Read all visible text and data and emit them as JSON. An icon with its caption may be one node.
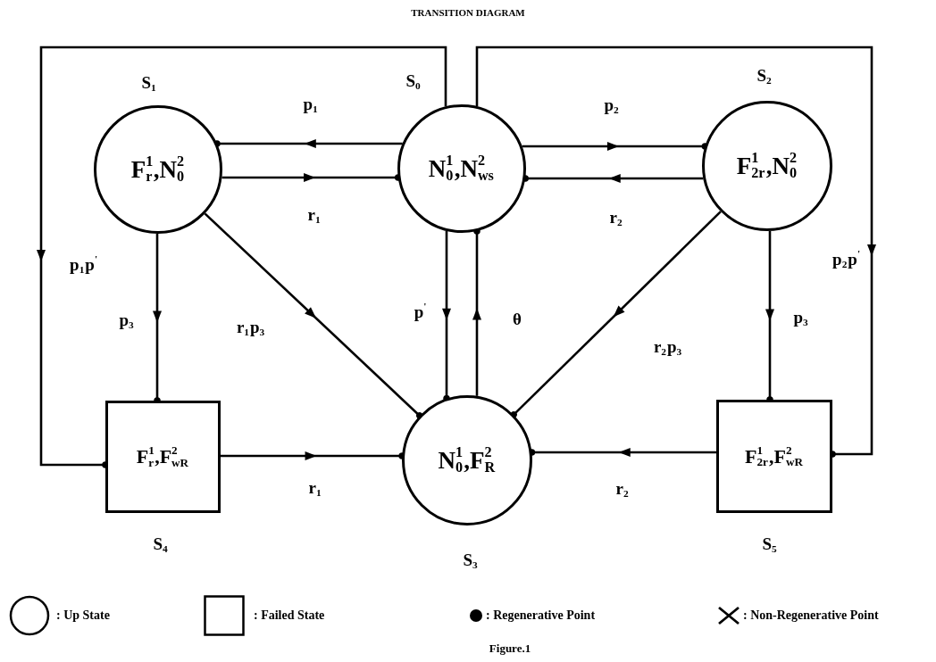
{
  "diagram": {
    "title": "TRANSITION DIAGRAM",
    "caption": "Figure.1",
    "nodes": [
      {
        "text": [
          "F$^{1}$$_{r}$,N$^{2}$$_{0}$"
        ],
        "beside": [
          "S$_{1}$"
        ]
      },
      {
        "text": [
          "N$^{1}$$_{0}$,N$^{2}$$_{ws}$"
        ],
        "beside": [
          "S$_{0}$"
        ]
      },
      {
        "text": [
          "F$^{1}$$_{2r}$,N$^{2}$$_{0}$"
        ],
        "beside": [
          "S$_{2}$"
        ]
      },
      {
        "text": [
          "F$^{1}$$_{r}$,F$^{2}$$_{wR}$"
        ],
        "beside": [
          "S$_{4}$"
        ]
      },
      {
        "text": [
          "N$^{1}$$_{0}$,F$^{2}$$_{R}$"
        ],
        "beside": [
          "S$_{3}$"
        ]
      },
      {
        "text": [
          "F$^{1}$$_{2r}$,F$^{2}$$_{wR}$"
        ],
        "beside": [
          "S$_{5}$"
        ]
      }
    ],
    "edges": [
      {
        "from": 1,
        "to": 0,
        "arrow": "to",
        "label": "p$_{1}$"
      },
      {
        "from": 0,
        "to": 1,
        "arrow": "to",
        "label": "r$_{1}$"
      },
      {
        "from": 1,
        "to": 2,
        "arrow": "to",
        "label": "p$_{2}$"
      },
      {
        "from": 2,
        "to": 1,
        "arrow": "to",
        "label": "r$_{2}$"
      },
      {
        "from": 1,
        "to": 3,
        "arrow": "to",
        "label": "p$_{1}$p$^{'}$"
      },
      {
        "from": 1,
        "to": 5,
        "arrow": "to",
        "label": "p$_{2}$p$^{'}$"
      },
      {
        "from": 0,
        "to": 3,
        "arrow": "to",
        "label": "p$_{3}$"
      },
      {
        "from": 0,
        "to": 4,
        "arrow": "to",
        "label": "r$_{1}$p$_{3}$"
      },
      {
        "from": 1,
        "to": 4,
        "arrow": "to",
        "label": "p$^{'}$"
      },
      {
        "from": 4,
        "to": 1,
        "arrow": "to",
        "label": "θ"
      },
      {
        "from": 2,
        "to": 4,
        "arrow": "to",
        "label": "r$_{2}$p$_{3}$"
      },
      {
        "from": 2,
        "to": 5,
        "arrow": "to",
        "label": "p$_{3}$"
      },
      {
        "from": 3,
        "to": 4,
        "arrow": "to",
        "label": "r$_{1}$"
      },
      {
        "from": 5,
        "to": 4,
        "arrow": "to",
        "label": "r$_{2}$"
      }
    ],
    "legend": [
      {
        "text": ": Up State"
      },
      {
        "text": ": Failed State"
      },
      {
        "text": ": Regenerative Point"
      },
      {
        "text": ": Non-Regenerative Point"
      }
    ]
  }
}
